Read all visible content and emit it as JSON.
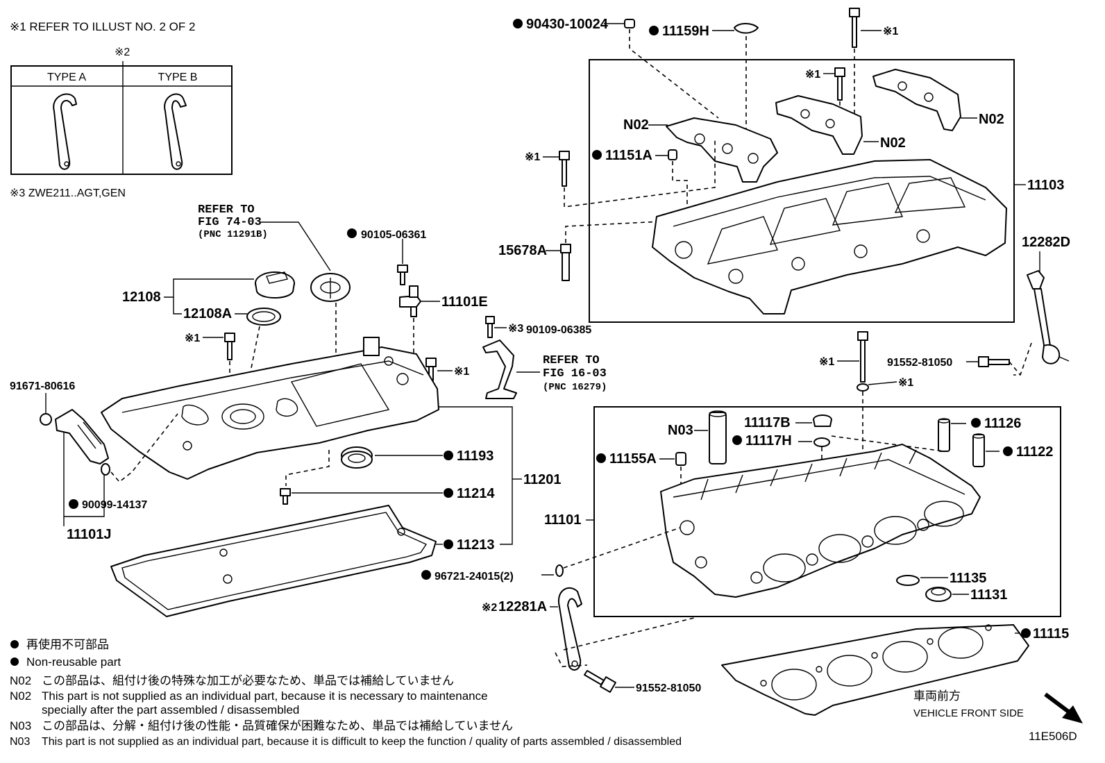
{
  "notes_top": {
    "ref1": "※1  REFER TO ILLUST NO. 2 OF 2",
    "ref2_mark": "※2",
    "type_a": "TYPE A",
    "type_b": "TYPE B",
    "ref3": "※3 ZWE211..AGT,GEN"
  },
  "refer_blocks": [
    {
      "line1": "REFER TO",
      "line2": "FIG 74-03",
      "line3": "(PNC 11291B)"
    },
    {
      "line1": "REFER TO",
      "line2": "FIG 16-03",
      "line3": "(PNC 16279)"
    }
  ],
  "part_labels": {
    "p90430": "90430-10024",
    "p11159H": "11159H",
    "p11151A": "11151A",
    "p15678A": "15678A",
    "p11103": "11103",
    "p12282D": "12282D",
    "pN02a": "N02",
    "pN02b": "N02",
    "pN02c": "N02",
    "p12108": "12108",
    "p12108A": "12108A",
    "p90105": "90105-06361",
    "p11101E": "11101E",
    "p90109": "90109-06385",
    "p91671": "91671-80616",
    "p90099": "90099-14137",
    "p11101J": "11101J",
    "p11193": "11193",
    "p11214": "11214",
    "p11201": "11201",
    "p11213": "11213",
    "p91552a": "91552-81050",
    "p91552b": "91552-81050",
    "pN03": "N03",
    "p11117B": "11117B",
    "p11117H": "11117H",
    "p11155A": "11155A",
    "p11126": "11126",
    "p11122": "11122",
    "p11101": "11101",
    "p96721": "96721-24015(2)",
    "p11135": "11135",
    "p11131": "11131",
    "p12281A": "12281A",
    "p11115": "11115"
  },
  "marks": {
    "ref1": "※1",
    "ref2": "※2",
    "ref3": "※3"
  },
  "legend": {
    "jp": "再使用不可部品",
    "en": "Non-reusable part"
  },
  "footnotes": [
    {
      "code": "N02",
      "text": "この部品は、組付け後の特殊な加工が必要なため、単品では補給していません"
    },
    {
      "code": "N02",
      "text": "This part is not supplied as an individual part, because it is necessary to maintenance"
    },
    {
      "code": "",
      "text": "specially after the part assembled / disassembled"
    },
    {
      "code": "N03",
      "text": "この部品は、分解・組付け後の性能・品質確保が困難なため、単品では補給していません"
    },
    {
      "code": "N03",
      "text": "This part is not supplied as an individual part, because it is difficult to keep the function / quality of parts  assembled / disassembled"
    }
  ],
  "front": {
    "jp": "車両前方",
    "en": "VEHICLE FRONT SIDE"
  },
  "figure_id": "11E506D"
}
